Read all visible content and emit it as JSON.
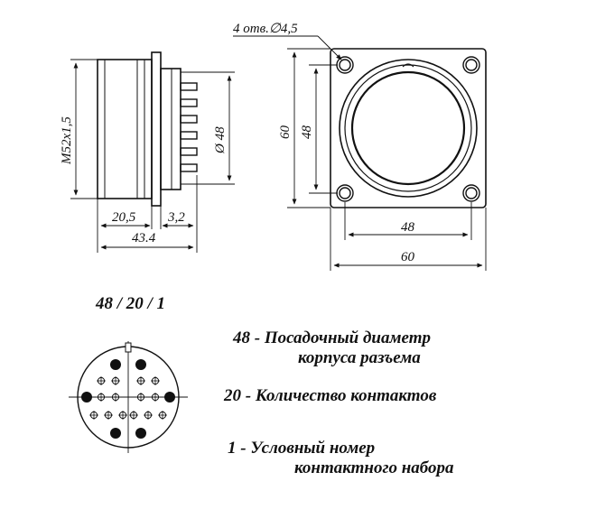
{
  "dimensions": {
    "holes": "4 отв.∅4,5",
    "thread": "M52x1,5",
    "bore_side": "Ø 48",
    "len_a": "20,5",
    "len_b": "3,2",
    "len_total": "43.4",
    "height_outer": "60",
    "height_inner": "48",
    "width_inner": "48",
    "width_outer": "60"
  },
  "code": "48 / 20 / 1",
  "legend": [
    {
      "line1": "48 -  Посадочный диаметр",
      "line2": "корпуса разъема"
    },
    {
      "line1": "20 - Количество контактов",
      "line2": ""
    },
    {
      "line1": "1  - Условный номер",
      "line2": "контактного набора"
    }
  ],
  "pin_layout": {
    "total_contacts": 20,
    "large_contacts": 6,
    "small_contacts": 14
  }
}
